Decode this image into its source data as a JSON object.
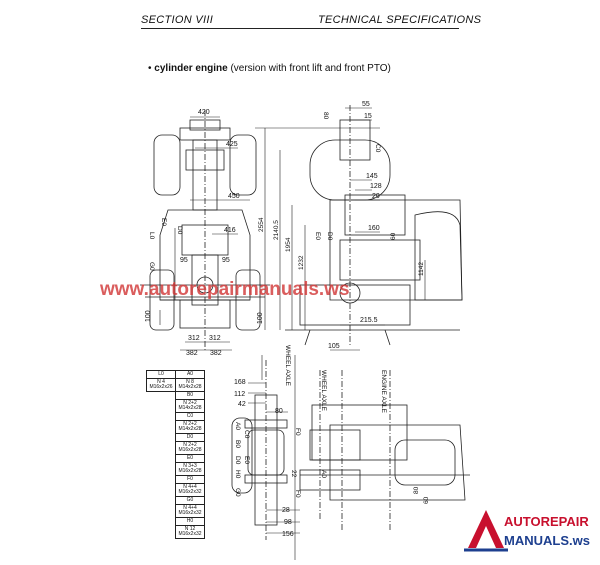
{
  "header": {
    "section": "SECTION VIII",
    "title": "TECHNICAL SPECIFICATIONS"
  },
  "subtitle": {
    "bullet": "•",
    "bold": "cylinder engine",
    "rest": "(version with front lift and front PTO)"
  },
  "watermark": "www.autorepairmanuals.ws",
  "logo": {
    "line1": "AUTOREPAIR",
    "line2": "MANUALS.ws",
    "primary_color": "#c8102e",
    "secondary_color": "#1d3f8f"
  },
  "front_view_dims": [
    "420",
    "425",
    "450",
    "416",
    "95",
    "95",
    "100",
    "100",
    "312",
    "312",
    "382",
    "382"
  ],
  "front_view_codes": [
    "E0",
    "D0",
    "L0",
    "G0",
    "E0",
    "D0"
  ],
  "side_view_dims": [
    "80",
    "55",
    "15",
    "145",
    "128",
    "20",
    "160",
    "60",
    "215.5",
    "105",
    "2554",
    "2140.5",
    "1954",
    "1232",
    "1142"
  ],
  "side_view_codes": [
    "C0",
    "E0",
    "D0"
  ],
  "axis_labels": [
    "WHEEL AXLE",
    "WHEEL AXLE",
    "ENGINE AXLE"
  ],
  "bottom_dims": [
    "168",
    "112",
    "42",
    "80",
    "22",
    "28",
    "98",
    "156",
    "80",
    "60"
  ],
  "bottom_codes": [
    "A0",
    "B0",
    "C0",
    "D0",
    "E0",
    "F0",
    "G0",
    "H0",
    "F0",
    "A0"
  ],
  "code_table": {
    "rows": [
      [
        "L0",
        "A0"
      ],
      [
        "N 4\nM16x2x26",
        "N 8\nM14x2x28"
      ],
      [
        "",
        "B0"
      ],
      [
        "",
        "N 2+2\nM14x2x28"
      ],
      [
        "",
        "C0"
      ],
      [
        "",
        "N 2+2\nM14x2x28"
      ],
      [
        "",
        "D0"
      ],
      [
        "",
        "N 2+2\nM16x2x28"
      ],
      [
        "",
        "E0"
      ],
      [
        "",
        "N 3+3\nM16x2x28"
      ],
      [
        "",
        "F0"
      ],
      [
        "",
        "N 4+4\nM16x2x32"
      ],
      [
        "",
        "G0"
      ],
      [
        "",
        "N 4+4\nM16x2x32"
      ],
      [
        "",
        "H0"
      ],
      [
        "",
        "N 12\nM16x2x32"
      ]
    ]
  }
}
